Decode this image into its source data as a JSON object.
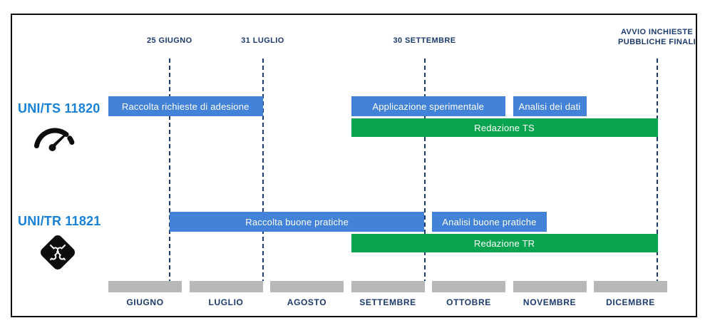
{
  "groups": [
    {
      "label": "UNI/TS 11820",
      "icon": "gauge-icon"
    },
    {
      "label": "UNI/TR 11821",
      "icon": "puzzle-icon"
    }
  ],
  "colors": {
    "bar_blue": "#4282d9",
    "bar_green": "#09a44f",
    "navy": "#1d3a6d",
    "label_blue": "#1781d8",
    "gray": "#b8b8b8",
    "border_black": "#0d0d0d",
    "bar_text": "#ffffff"
  },
  "chart_data": {
    "type": "bar",
    "variant": "gantt-timeline",
    "time_unit": "months, 0 = inizio Giugno, 7 = fine Dicembre",
    "months": [
      "GIUGNO",
      "LUGLIO",
      "AGOSTO",
      "SETTEMBRE",
      "OTTOBRE",
      "NOVEMBRE",
      "DICEMBRE"
    ],
    "milestones": [
      {
        "label": "25 GIUGNO",
        "at": 0.833
      },
      {
        "label": "31 LUGLIO",
        "at": 2.0
      },
      {
        "label": "30 SETTEMBRE",
        "at": 4.0
      },
      {
        "label": "AVVIO INCHIESTE PUBBLICHE FINALI",
        "lines": [
          "AVVIO INCHIESTE",
          "PUBBLICHE FINALI"
        ],
        "at": 6.86
      }
    ],
    "rows": [
      {
        "group": "UNI/TS 11820",
        "bars": [
          {
            "label": "Raccolta richieste di adesione",
            "color": "blue",
            "start": 0.0,
            "end": 2.0
          },
          {
            "label": "Applicazione sperimentale",
            "color": "blue",
            "start": 3.0,
            "end": 5.0
          },
          {
            "label": "Analisi dei dati",
            "color": "blue",
            "start": 5.0,
            "end": 6.0
          },
          {
            "label": "Redazione TS",
            "color": "green",
            "start": 3.0,
            "end": 6.87
          }
        ]
      },
      {
        "group": "UNI/TR 11821",
        "bars": [
          {
            "label": "Raccolta buone pratiche",
            "color": "blue",
            "start": 0.833,
            "end": 4.0
          },
          {
            "label": "Analisi buone pratiche",
            "color": "blue",
            "start": 4.0,
            "end": 5.46
          },
          {
            "label": "Redazione TR",
            "color": "green",
            "start": 3.0,
            "end": 6.87
          }
        ]
      }
    ],
    "legend": null,
    "grid": "dashed vertical milestone lines only"
  }
}
